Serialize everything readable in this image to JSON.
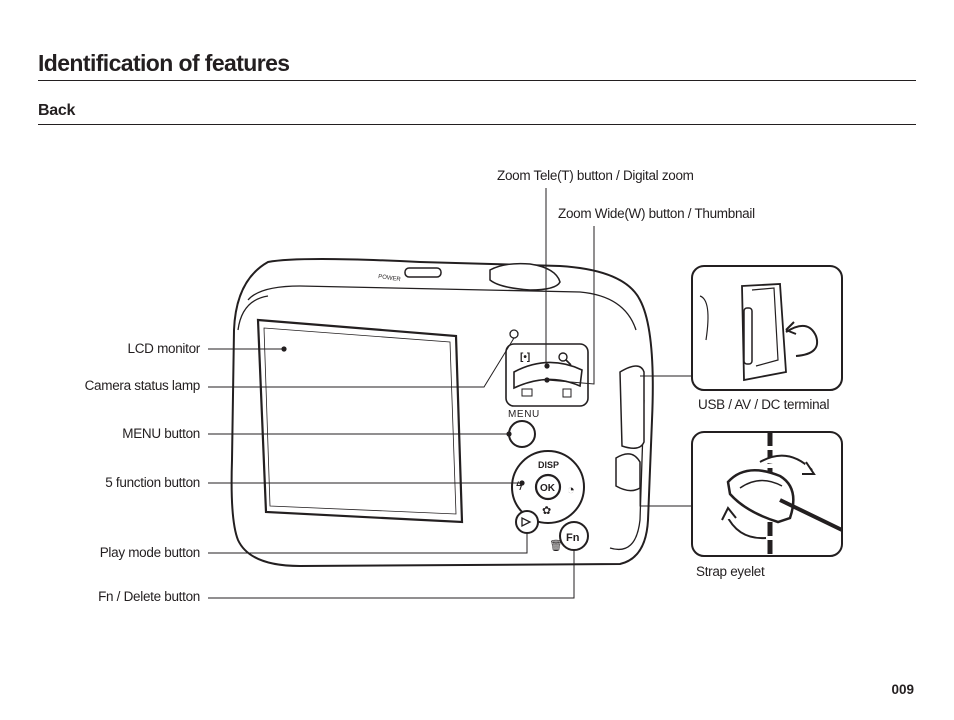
{
  "page": {
    "title": "Identification of features",
    "section": "Back",
    "page_number": "009"
  },
  "labels": {
    "zoom_tele": "Zoom Tele(T) button / Digital zoom",
    "zoom_wide": "Zoom Wide(W) button / Thumbnail",
    "lcd_monitor": "LCD monitor",
    "status_lamp": "Camera status lamp",
    "menu_button": "MENU button",
    "function_button": "5 function button",
    "play_mode": "Play mode button",
    "fn_delete": "Fn / Delete button",
    "usb_terminal": "USB / AV / DC terminal",
    "strap_eyelet": "Strap eyelet"
  },
  "camera_markings": {
    "power": "POWER",
    "menu": "MENU",
    "disp": "DISP",
    "ok": "OK",
    "fn": "Fn"
  }
}
